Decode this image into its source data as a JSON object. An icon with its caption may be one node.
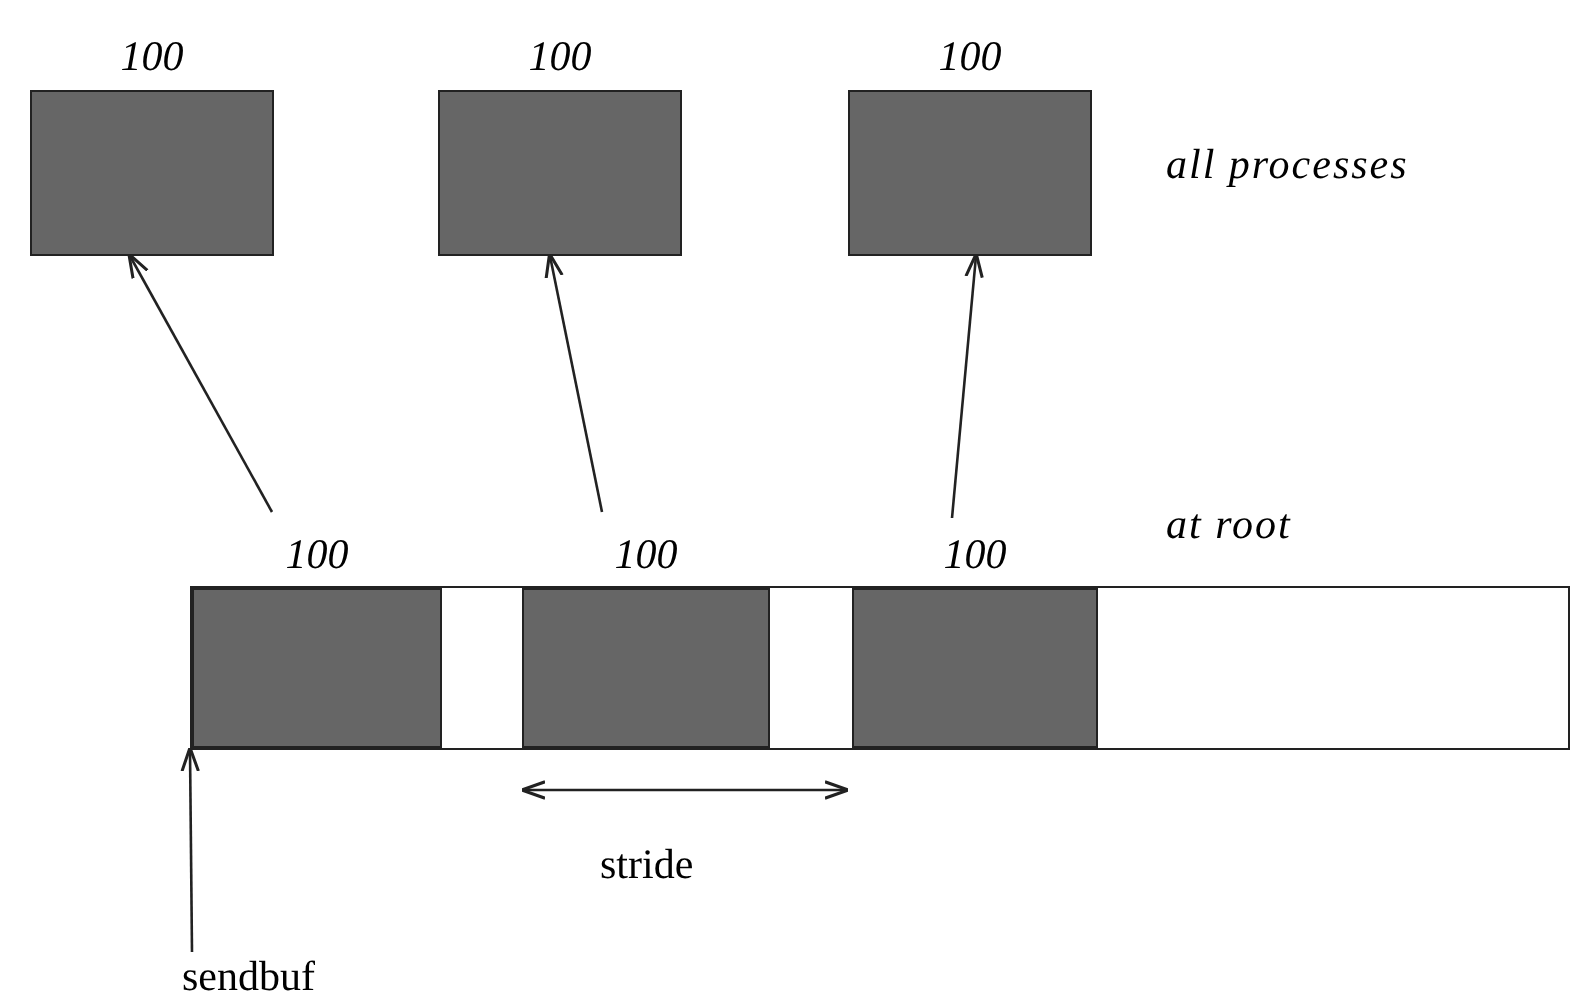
{
  "diagram": {
    "nodes": [
      {
        "text": [
          "100"
        ]
      },
      {
        "text": [
          "100"
        ]
      },
      {
        "text": [
          "100"
        ]
      },
      {
        "text": [],
        "shape": "bar"
      },
      {
        "text": [
          "100"
        ],
        "in": 3
      },
      {
        "text": [
          "100"
        ],
        "in": 3
      },
      {
        "text": [
          "100"
        ],
        "in": 3
      },
      {
        "text": [
          "sendbuf"
        ]
      }
    ],
    "edges": [
      {
        "from": 4,
        "to": 0,
        "arrow": "to"
      },
      {
        "from": 5,
        "to": 1,
        "arrow": "to"
      },
      {
        "from": 6,
        "to": 2,
        "arrow": "to"
      },
      {
        "from": 7,
        "to": 3,
        "arrow": "to"
      }
    ],
    "labels": [
      "all processes",
      "at root",
      "stride"
    ]
  }
}
